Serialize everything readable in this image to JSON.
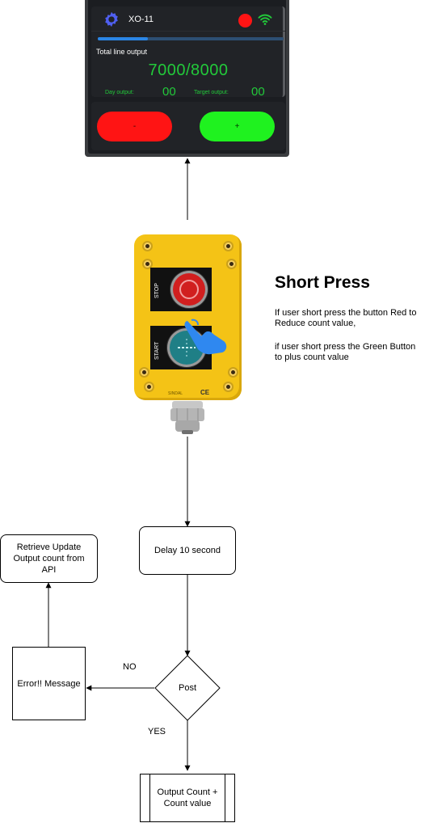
{
  "device": {
    "name": "XO-11",
    "total_label": "Total line output",
    "progress": 0.27,
    "count": "7000/8000",
    "day_output_label": "Day output:",
    "day_output_value": "00",
    "target_output_label": "Target output:",
    "target_output_value": "00",
    "minus_label": "-",
    "plus_label": "+",
    "colors": {
      "count": "#22c93a",
      "minus": "#ff1414",
      "plus": "#1ff21f",
      "record": "#ff1414",
      "wifi": "#22c93a",
      "gear": "#4f5ff0"
    },
    "icons": [
      "gear-icon",
      "record-dot-icon",
      "wifi-icon"
    ]
  },
  "button_box": {
    "stop_label": "STOP",
    "start_label": "START",
    "ce_mark": "CE",
    "logo_text": "SINDAL"
  },
  "annotation": {
    "title": "Short Press",
    "line1": "If user short press the button Red to Reduce count value,",
    "line2": "if user short press the Green Button to plus count value"
  },
  "flow": {
    "delay": "Delay 10 second",
    "post": "Post",
    "error": "Error!! Message",
    "retrieve": "Retrieve Update Output count from API",
    "output": "Output Count + Count value",
    "no_label": "NO",
    "yes_label": "YES"
  }
}
